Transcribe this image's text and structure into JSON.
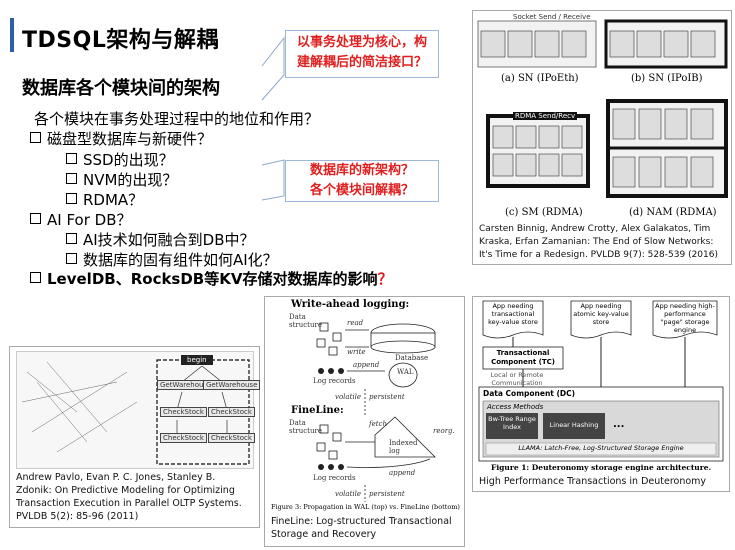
{
  "title": "TDSQL架构与解耦",
  "subtitle": "数据库各个模块间的架构",
  "callout_top": [
    "以事务处理为核心，构",
    "建解耦后的简洁接口？"
  ],
  "callout_mid": [
    "数据库的新架构？",
    "各个模块间解耦？"
  ],
  "bullets": {
    "intro": "各个模块在事务处理过程中的地位和作用？",
    "hw": "磁盘型数据库与新硬件？",
    "ssd": "SSD的出现？",
    "nvm": "NVM的出现？",
    "rdma": "RDMA？",
    "ai": "AI For DB？",
    "ai1": "AI技术如何融合到DB中？",
    "ai2": "数据库的固有组件如何AI化？",
    "kv": "LevelDB、RocksDB等KV存储对数据库的影响",
    "kv_q": "？"
  },
  "network_panel": {
    "socket_label": "Socket Send / Receive",
    "rdma_label": "RDMA Send/Recv",
    "labels": [
      "(a) SN (IPoEth)",
      "(b) SN (IPoIB)",
      "(c) SM (RDMA)",
      "(d) NAM (RDMA)"
    ],
    "caption": "Carsten Binnig, Andrew Crotty, Alex Galakatos, Tim Kraska, Erfan Zamanian: The End of Slow Networks: It's Time for a Redesign. PVLDB 9(7): 528-539 (2016)"
  },
  "markov_panel": {
    "begin": "begin",
    "nodes": [
      "GetWarehouse",
      "GetWarehouse",
      "CheckStock",
      "CheckStock",
      "CheckStock",
      "CheckStock"
    ],
    "caption": "Andrew Pavlo, Evan P. C. Jones, Stanley B. Zdonik: On Predictive Modeling for Optimizing Transaction Execution in Parallel OLTP Systems. PVLDB 5(2): 85-96 (2011)"
  },
  "wal_panel": {
    "heading1": "Write-ahead logging:",
    "heading2": "FineLine:",
    "data_structure": "Data structure",
    "read": "read",
    "write": "write",
    "database": "Database",
    "append": "append",
    "wal": "WAL",
    "log_records": "Log records",
    "volatile": "volatile",
    "persistent": "persistent",
    "fetch": "fetch",
    "reorg": "reorg.",
    "indexed_log": "Indexed log",
    "fig_caption": "Figure 3: Propagation in WAL (top) vs. FineLine (bottom)",
    "caption": "FineLine: Log-structured Transactional Storage and Recovery"
  },
  "deuteronomy_panel": {
    "app1": "App needing transactional key-value store",
    "app2": "App needing atomic key-value store",
    "app3": "App needing high-performance \"page\" storage engine",
    "tc": "Transactional Component (TC)",
    "local": "Local or Remote Communication",
    "dc": "Data Component (DC)",
    "access": "Access Methods",
    "bwtree": "Bw-Tree Range Index",
    "linear": "Linear Hashing",
    "dots": "...",
    "llama": "LLAMA: Latch-Free, Log-Structured Storage Engine",
    "fig_caption": "Figure 1: Deuteronomy storage engine architecture.",
    "caption": "High Performance Transactions in Deuteronomy"
  }
}
